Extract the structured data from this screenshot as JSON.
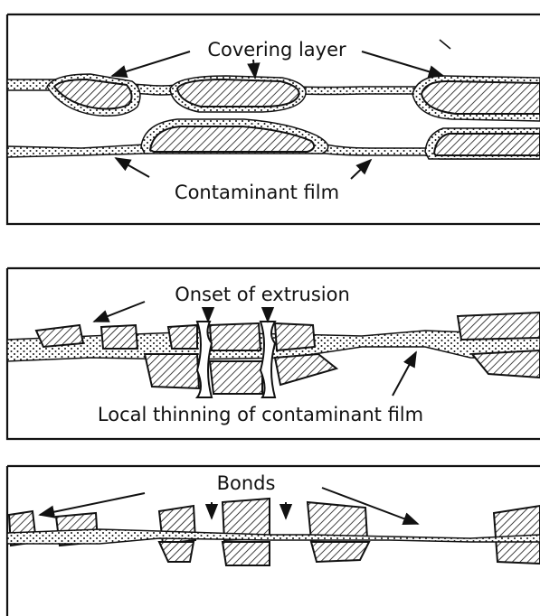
{
  "panels": [
    {
      "labels": {
        "top": "Covering layer",
        "bottom": "Contaminant film"
      }
    },
    {
      "labels": {
        "top": "Onset of extrusion",
        "bottom": "Local thinning of contaminant film"
      }
    },
    {
      "labels": {
        "top": "Bonds"
      }
    }
  ],
  "colors": {
    "ink": "#111111",
    "background": "#ffffff"
  }
}
